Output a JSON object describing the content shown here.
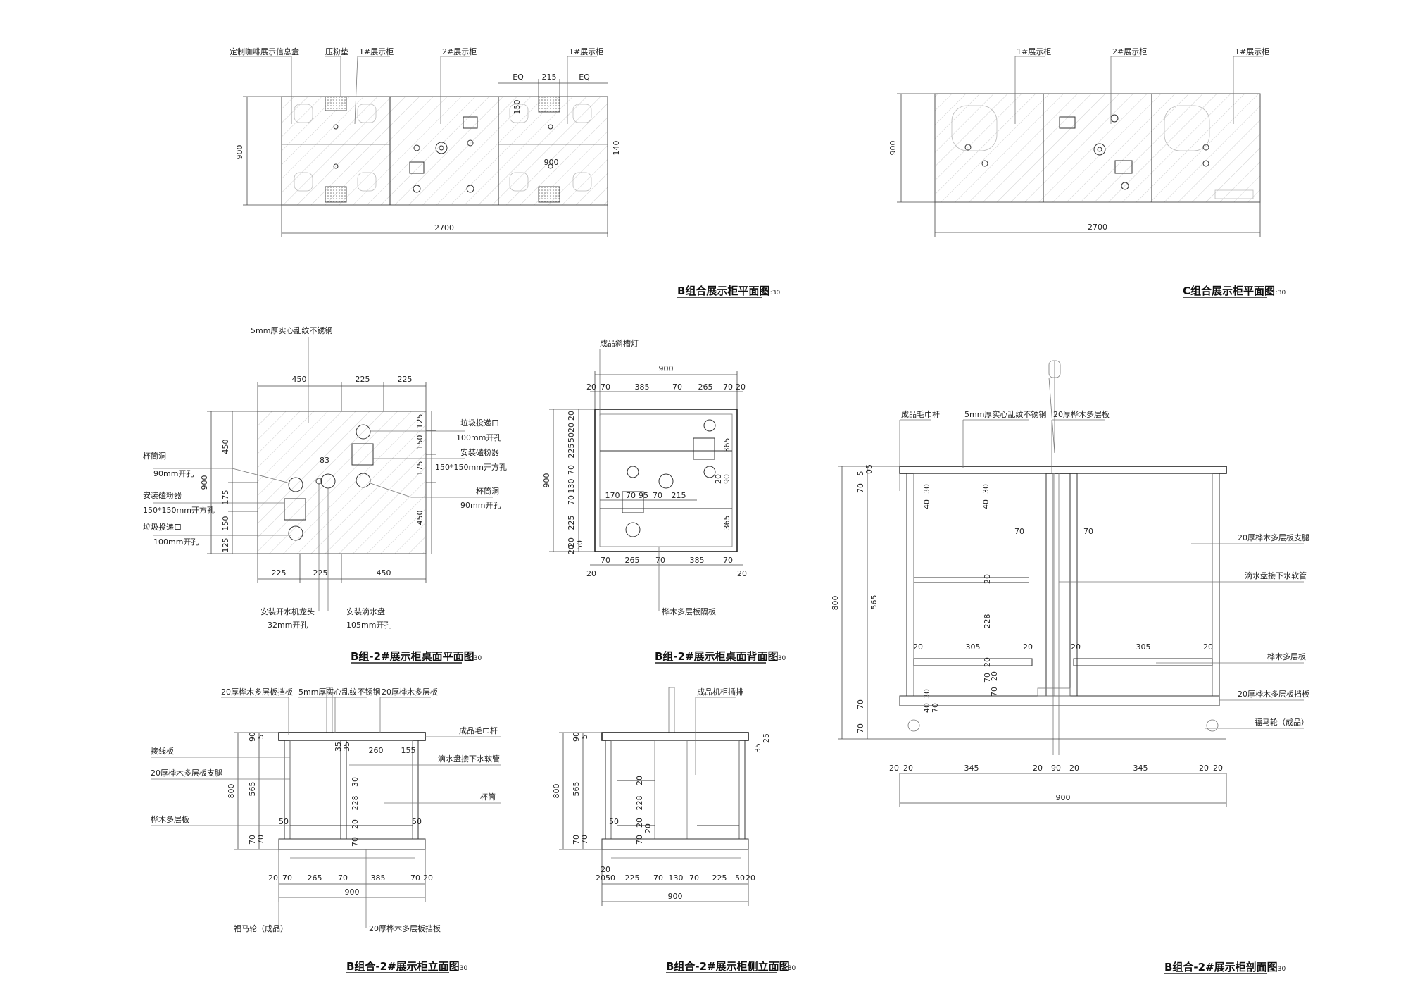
{
  "titles": {
    "b_plan": "B组合展示柜平面图",
    "c_plan": "C组合展示柜平面图",
    "b2_top": "B组-2#展示柜桌面平面图",
    "b2_back": "B组-2#展示柜桌面背面图",
    "b2_front": "B组合-2#展示柜立面图",
    "b2_side": "B组合-2#展示柜侧立面图",
    "b2_section": "B组合-2#展示柜剖面图"
  },
  "scale": "1:30",
  "b_plan": {
    "labels": [
      "定制咖啡展示信息盒",
      "压粉垫",
      "1#展示柜",
      "2#展示柜",
      "1#展示柜"
    ],
    "dims": {
      "height": "900",
      "width": "2700",
      "eq1": "EQ",
      "mid": "215",
      "eq2": "EQ",
      "d150": "150",
      "d140": "140",
      "d900": "900"
    }
  },
  "c_plan": {
    "labels": [
      "1#展示柜",
      "2#展示柜",
      "1#展示柜"
    ],
    "dims": {
      "height": "900",
      "width": "2700"
    }
  },
  "b2_top": {
    "material": "5mm厚实心乱纹不锈钢",
    "top_dims": [
      "450",
      "225",
      "225"
    ],
    "bottom_dims": [
      "225",
      "225",
      "450"
    ],
    "left_dims": [
      "450",
      "175",
      "150",
      "125"
    ],
    "left_total": "900",
    "right_dims": [
      "125",
      "150",
      "175",
      "450"
    ],
    "d83": "83",
    "labels_left": [
      {
        "a": "杯筒洞",
        "b": "90mm开孔"
      },
      {
        "a": "安装磕粉器",
        "b": "150*150mm开方孔"
      },
      {
        "a": "垃圾投递口",
        "b": "100mm开孔"
      }
    ],
    "labels_right": [
      {
        "a": "垃圾投递口",
        "b": "100mm开孔"
      },
      {
        "a": "安装磕粉器",
        "b": "150*150mm开方孔"
      },
      {
        "a": "杯筒洞",
        "b": "90mm开孔"
      }
    ],
    "labels_bottom": [
      {
        "a": "安装开水机龙头",
        "b": "32mm开孔"
      },
      {
        "a": "安装滴水盘",
        "b": "105mm开孔"
      }
    ]
  },
  "b2_back": {
    "lamp": "成品斜槽灯",
    "total": "900",
    "top_dims": [
      "20",
      "70",
      "385",
      "70",
      "265",
      "70",
      "20"
    ],
    "bottom_dims": [
      "70",
      "265",
      "70",
      "385",
      "70"
    ],
    "bottom_ends": [
      "20",
      "20"
    ],
    "left_dims": [
      "20",
      "5020",
      "225",
      "70",
      "130",
      "70",
      "225",
      "20",
      "50",
      "20"
    ],
    "right_dims": [
      "365",
      "90",
      "20",
      "365"
    ],
    "mid_dims": [
      "170",
      "70",
      "95",
      "70",
      "215"
    ],
    "partition": "桦木多层板隔板"
  },
  "b2_front": {
    "labels_top": [
      "20厚桦木多层板挡板",
      "5mm厚实心乱纹不锈钢",
      "20厚桦木多层板"
    ],
    "labels_left": [
      "接线板",
      "20厚桦木多层板支腿",
      "桦木多层板"
    ],
    "labels_right": [
      "成品毛巾杆",
      "滴水盘接下水软管",
      "杯筒"
    ],
    "left_dims": [
      "90",
      "5",
      "565",
      "70",
      "70"
    ],
    "total_h": "800",
    "inner_dims": [
      "35",
      "35",
      "260",
      "155",
      "30",
      "228",
      "20",
      "50",
      "50",
      "70"
    ],
    "bottom_dims": [
      "20",
      "70",
      "265",
      "70",
      "385",
      "70",
      "20"
    ],
    "total_w": "900",
    "bottom_labels": [
      "福马轮（成品）",
      "20厚桦木多层板挡板"
    ]
  },
  "b2_side": {
    "label_top": "成品机柜插排",
    "left_dims": [
      "90",
      "5",
      "565",
      "70",
      "70"
    ],
    "total_h": "800",
    "right_dims": [
      "35",
      "25"
    ],
    "inner_dims": [
      "20",
      "228",
      "20",
      "50",
      "70",
      "20"
    ],
    "bottom_dims": [
      "20",
      "20",
      "50",
      "225",
      "70",
      "130",
      "70",
      "225",
      "50",
      "20"
    ],
    "total_w": "900"
  },
  "b2_section": {
    "labels_top": [
      "成品毛巾杆",
      "5mm厚实心乱纹不锈钢",
      "20厚桦木多层板"
    ],
    "labels_right": [
      "20厚桦木多层板支腿",
      "滴水盘接下水软管",
      "桦木多层板",
      "20厚桦木多层板挡板",
      "福马轮（成品）"
    ],
    "left_dims": [
      "70",
      "5",
      "05",
      "565",
      "70",
      "70"
    ],
    "total_h": "800",
    "inner_dims": [
      "30",
      "40",
      "30",
      "40",
      "70",
      "70",
      "20",
      "228",
      "20",
      "20",
      "305",
      "20",
      "305",
      "20",
      "70",
      "20",
      "70",
      "20",
      "40",
      "30",
      "70"
    ],
    "bottom_dims": [
      "20",
      "20",
      "345",
      "20",
      "90",
      "20",
      "345",
      "20",
      "20"
    ],
    "total_w": "900"
  }
}
